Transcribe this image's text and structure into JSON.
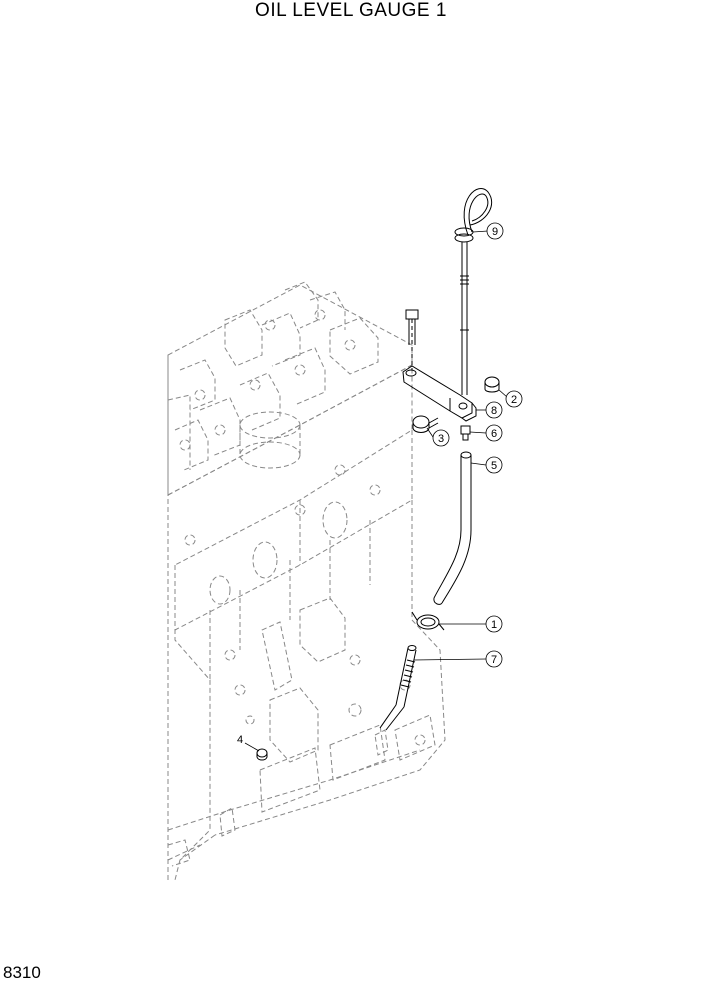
{
  "title": "OIL LEVEL GAUGE 1",
  "page_code": "8310",
  "callouts": [
    {
      "id": "callout-9",
      "label": "9"
    },
    {
      "id": "callout-2",
      "label": "2"
    },
    {
      "id": "callout-8",
      "label": "8"
    },
    {
      "id": "callout-3",
      "label": "3"
    },
    {
      "id": "callout-6",
      "label": "6"
    },
    {
      "id": "callout-5",
      "label": "5"
    },
    {
      "id": "callout-1",
      "label": "1"
    },
    {
      "id": "callout-7",
      "label": "7"
    },
    {
      "id": "callout-4",
      "label": "4"
    }
  ]
}
